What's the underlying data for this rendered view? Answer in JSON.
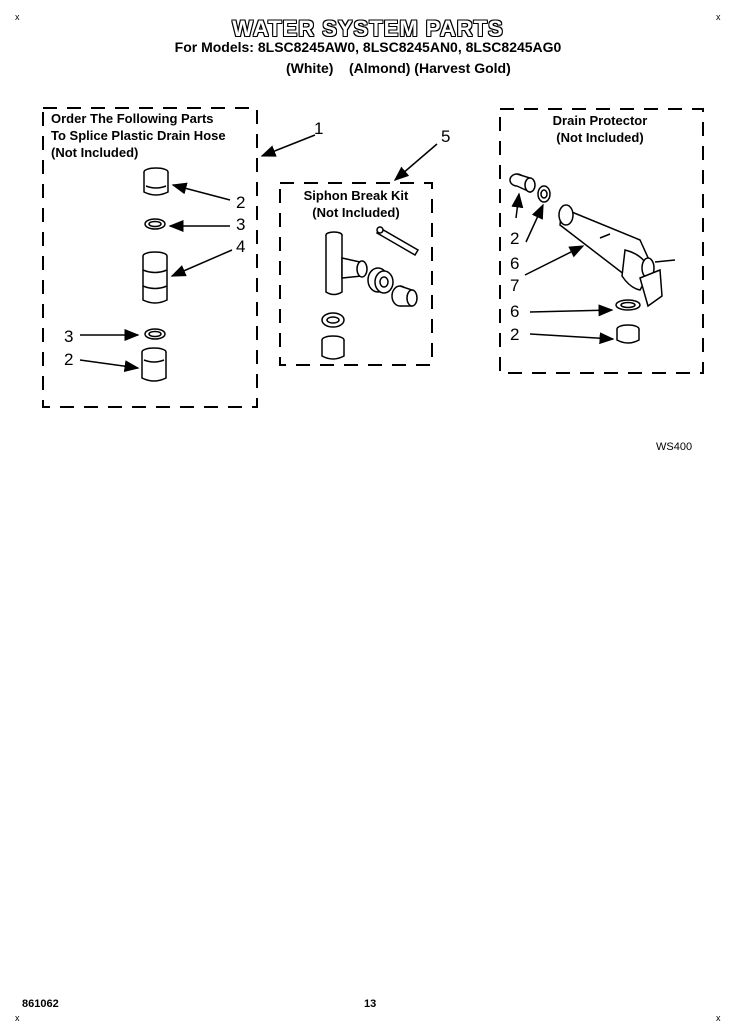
{
  "header": {
    "title": "WATER SYSTEM PARTS",
    "models": "For Models: 8LSC8245AW0, 8LSC8245AN0, 8LSC8245AG0",
    "colors": "(White)    (Almond) (Harvest Gold)"
  },
  "groups": {
    "splice": {
      "line1": "Order The Following Parts",
      "line2": "To Splice Plastic Drain Hose",
      "line3": "(Not Included)"
    },
    "siphon": {
      "line1": "Siphon Break Kit",
      "line2": "(Not Included)"
    },
    "drain": {
      "line1": "Drain Protector",
      "line2": "(Not Included)"
    }
  },
  "callouts": {
    "c1": "1",
    "c5": "5",
    "left_2a": "2",
    "left_3a": "3",
    "left_4": "4",
    "left_3b": "3",
    "left_2b": "2",
    "right_2a": "2",
    "right_6a": "6",
    "right_7": "7",
    "right_6b": "6",
    "right_2b": "2"
  },
  "footer": {
    "code": "WS400",
    "doc_number": "861062",
    "page": "13"
  },
  "corner_marks": [
    "x",
    "x",
    "x",
    "x"
  ]
}
